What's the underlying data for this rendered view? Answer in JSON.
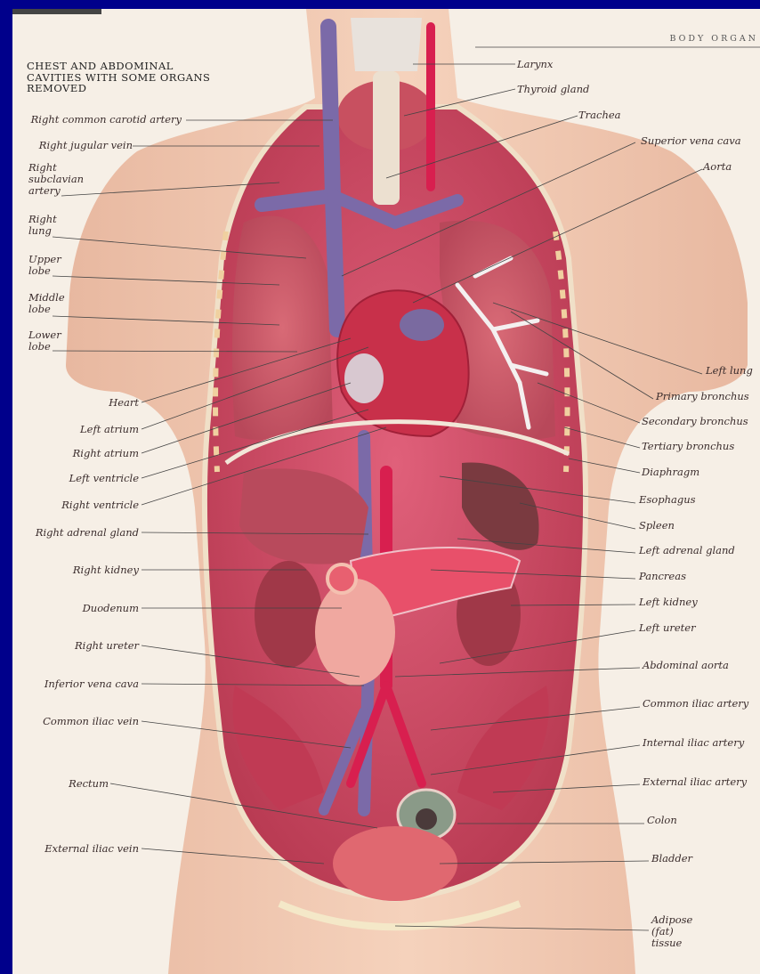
{
  "header": "BODY ORGAN",
  "title": "CHEST AND ABDOMINAL CAVITIES WITH SOME ORGANS REMOVED",
  "labels_left": [
    "Right common carotid artery",
    "Right jugular vein",
    "Right subclavian artery",
    "Right lung",
    "Upper lobe",
    "Middle lobe",
    "Lower lobe",
    "Heart",
    "Left atrium",
    "Right atrium",
    "Left ventricle",
    "Right ventricle",
    "Right adrenal gland",
    "Right kidney",
    "Duodenum",
    "Right ureter",
    "Inferior vena cava",
    "Common iliac vein",
    "Rectum",
    "External iliac vein"
  ],
  "labels_right": [
    "Larynx",
    "Thyroid gland",
    "Trachea",
    "Superior vena cava",
    "Aorta",
    "Left lung",
    "Primary bronchus",
    "Secondary bronchus",
    "Tertiary bronchus",
    "Diaphragm",
    "Esophagus",
    "Spleen",
    "Left adrenal gland",
    "Pancreas",
    "Left kidney",
    "Left ureter",
    "Abdominal aorta",
    "Common iliac artery",
    "Internal iliac artery",
    "External iliac artery",
    "Colon",
    "Bladder",
    "Adipose (fat) tissue"
  ],
  "colors": {
    "skin": "#f2cbb3",
    "cavity": "#d9546e",
    "muscle": "#c8435a",
    "vein": "#7b6aa8",
    "artery": "#d81f4f",
    "background": "#f6efe6",
    "frame": "#00008b"
  }
}
